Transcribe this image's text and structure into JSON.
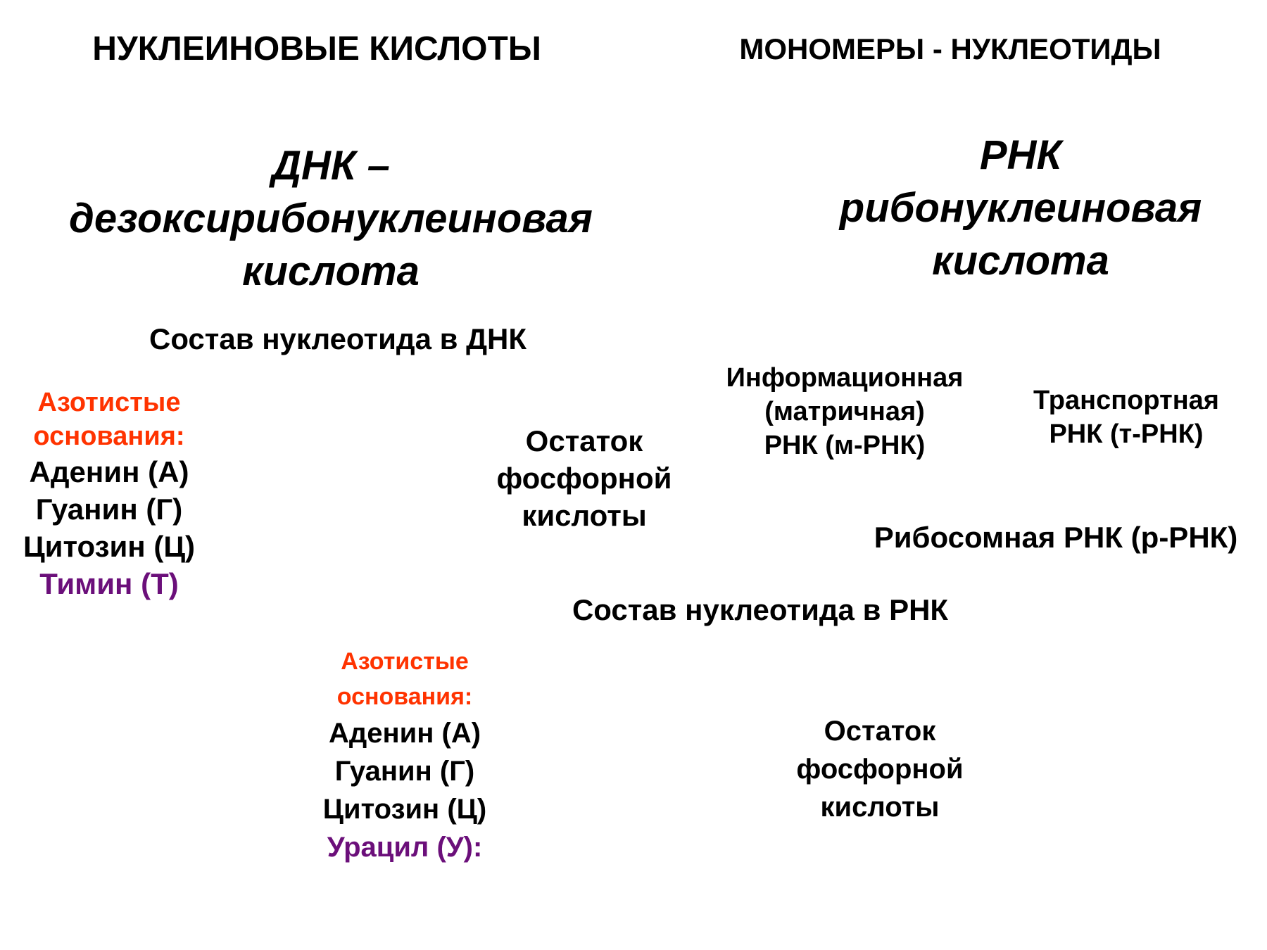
{
  "titles": {
    "main": "НУКЛЕИНОВЫЕ КИСЛОТЫ",
    "monomers": "МОНОМЕРЫ - НУКЛЕОТИДЫ"
  },
  "dna": {
    "title_lines": [
      "ДНК –",
      "дезоксирибонуклеиновая",
      "кислота"
    ],
    "composition_title": "Состав нуклеотида в ДНК",
    "bases_header_lines": [
      "Азотистые",
      "основания:"
    ],
    "bases": [
      "Аденин (А)",
      "Гуанин (Г)",
      "Цитозин (Ц)"
    ],
    "special_base": "Тимин (Т)",
    "phosphate_lines": [
      "Остаток",
      "фосфорной",
      "кислоты"
    ]
  },
  "rna": {
    "title_lines": [
      "РНК",
      "рибонуклеиновая",
      "кислота"
    ],
    "types": {
      "mrna_lines": [
        "Информационная",
        "(матричная)",
        "РНК (м-РНК)"
      ],
      "trna_lines": [
        "Транспортная",
        "РНК (т-РНК)"
      ],
      "rrna": "Рибосомная РНК (р-РНК)"
    },
    "composition_title": "Состав нуклеотида в РНК",
    "bases_header_lines": [
      "Азотистые",
      "основания:"
    ],
    "bases": [
      "Аденин (А)",
      "Гуанин (Г)",
      "Цитозин (Ц)"
    ],
    "special_base": "Урацил (У):",
    "phosphate_lines": [
      "Остаток",
      "фосфорной",
      "кислоты"
    ]
  },
  "colors": {
    "header_red": "#ff3300",
    "special_purple": "#6b0f7a",
    "text": "#000000",
    "background": "#ffffff"
  }
}
